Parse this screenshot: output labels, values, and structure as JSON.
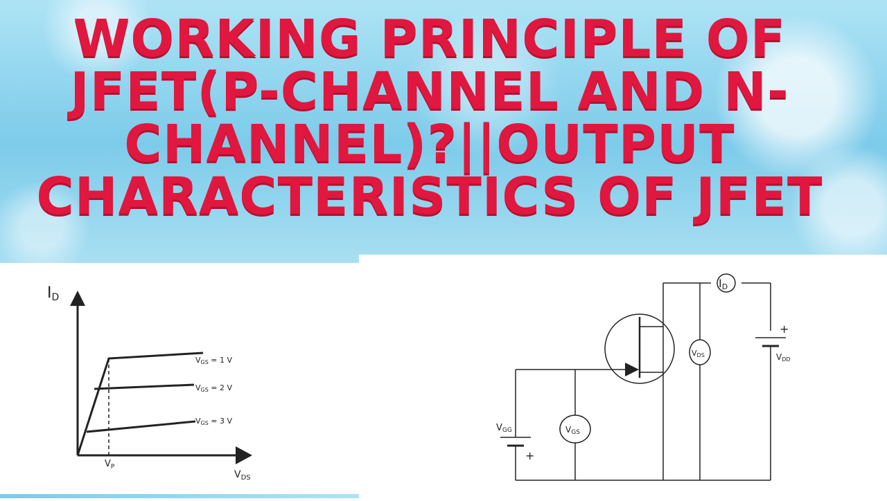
{
  "title": "WORKING PRINCIPLE OF JFET(P-CHANNEL AND N-CHANNEL)?||OUTPUT CHARACTERISTICS OF JFET",
  "graph": {
    "y_axis_main": "I",
    "y_axis_sub": "D",
    "x_axis_main": "V",
    "x_axis_sub": "DS",
    "pinch_main": "V",
    "pinch_sub": "P",
    "curves": [
      {
        "main": "V",
        "sub": "GS",
        "rest": " = 1 V"
      },
      {
        "main": "V",
        "sub": "GS",
        "rest": " = 2 V"
      },
      {
        "main": "V",
        "sub": "GS",
        "rest": " = 3 V"
      }
    ]
  },
  "circuit": {
    "id_main": "I",
    "id_sub": "D",
    "vds_main": "V",
    "vds_sub": "DS",
    "vgs_main": "V",
    "vgs_sub": "GS",
    "vgg_main": "V",
    "vgg_sub": "GG",
    "vdd_main": "V",
    "vdd_sub": "DD",
    "plus": "+"
  },
  "colors": {
    "title": "#e0173e",
    "banner": "#7ccbea",
    "lines": "#222222"
  }
}
